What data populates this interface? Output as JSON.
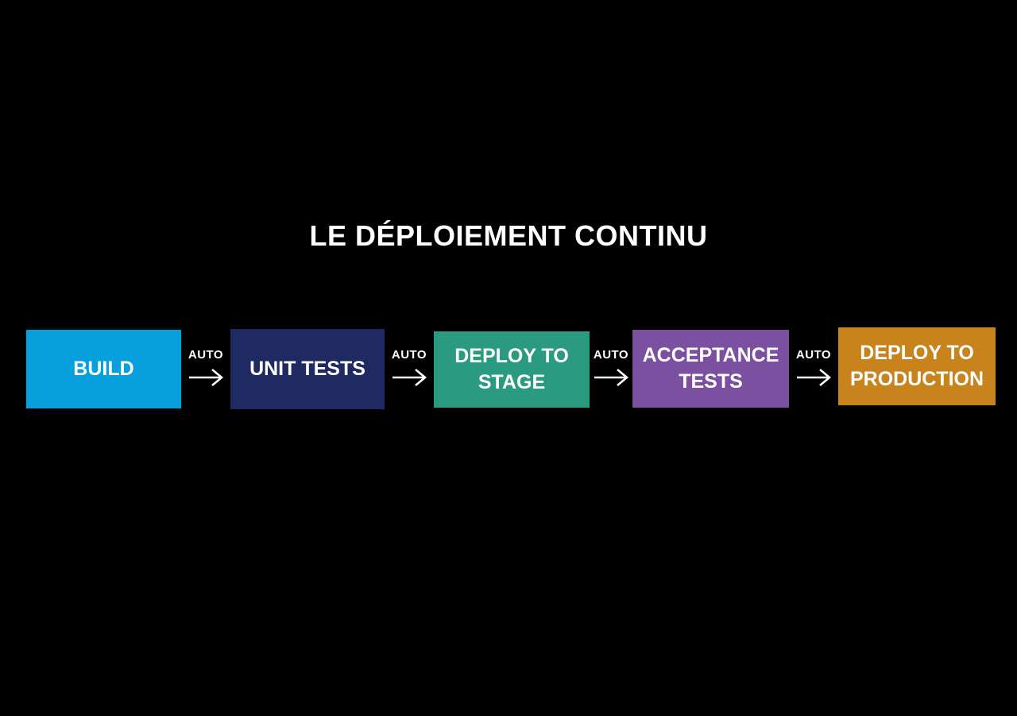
{
  "slide": {
    "title": "LE DÉPLOIEMENT CONTINU",
    "background_color": "#000000",
    "text_color": "#ffffff"
  },
  "pipeline": {
    "arrow_color": "#ffffff",
    "steps": [
      {
        "label": "BUILD",
        "color": "#089fdd"
      },
      {
        "label": "UNIT TESTS",
        "color": "#1f2a63"
      },
      {
        "label": "DEPLOY TO STAGE",
        "color": "#2a9a80"
      },
      {
        "label": "ACCEPTANCE TESTS",
        "color": "#7c50a1"
      },
      {
        "label": "DEPLOY TO PRODUCTION",
        "color": "#c8831c"
      }
    ],
    "connectors": [
      {
        "label": "AUTO"
      },
      {
        "label": "AUTO"
      },
      {
        "label": "AUTO"
      },
      {
        "label": "AUTO"
      }
    ]
  }
}
